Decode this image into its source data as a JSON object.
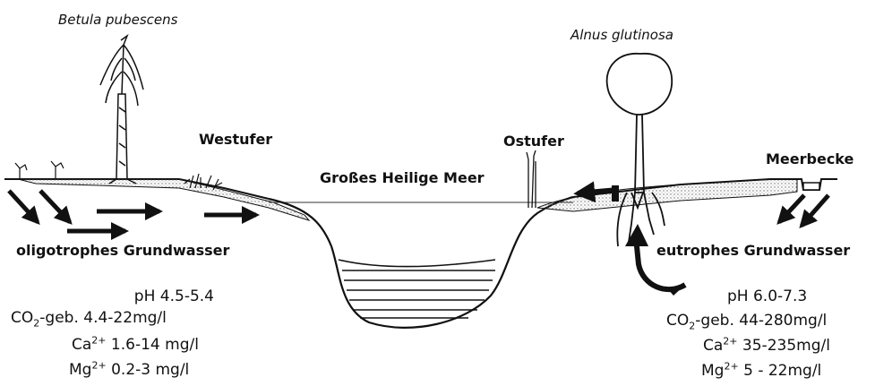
{
  "species": {
    "west": "Betula pubescens",
    "east": "Alnus glutinosa"
  },
  "places": {
    "west_shore": "Westufer",
    "east_shore": "Ostufer",
    "lake": "Großes Heilige Meer",
    "creek": "Meerbecke"
  },
  "groundwater": {
    "west": "oligotrophes Grundwasser",
    "east": "eutrophes Grundwasser"
  },
  "chemistry": {
    "west": {
      "ph_label": "pH",
      "ph_value": "4.5-5.4",
      "co2_prefix": "CO",
      "co2_sub": "2",
      "co2_suffix": "-geb.",
      "co2_value": "4.4-22mg/l",
      "ca_prefix": "Ca",
      "ca_sup": "2+",
      "ca_value": "1.6-14 mg/l",
      "mg_prefix": "Mg",
      "mg_sup": "2+",
      "mg_value": "0.2-3 mg/l"
    },
    "east": {
      "ph_label": "pH",
      "ph_value": "6.0-7.3",
      "co2_prefix": "CO",
      "co2_sub": "2",
      "co2_suffix": "-geb.",
      "co2_value": "44-280mg/l",
      "ca_prefix": "Ca",
      "ca_sup": "2+",
      "ca_value": "35-235mg/l",
      "mg_prefix": "Mg",
      "mg_sup": "2+",
      "mg_value": "5 - 22mg/l"
    }
  },
  "colors": {
    "ink": "#111111",
    "stipple": "#777777"
  }
}
